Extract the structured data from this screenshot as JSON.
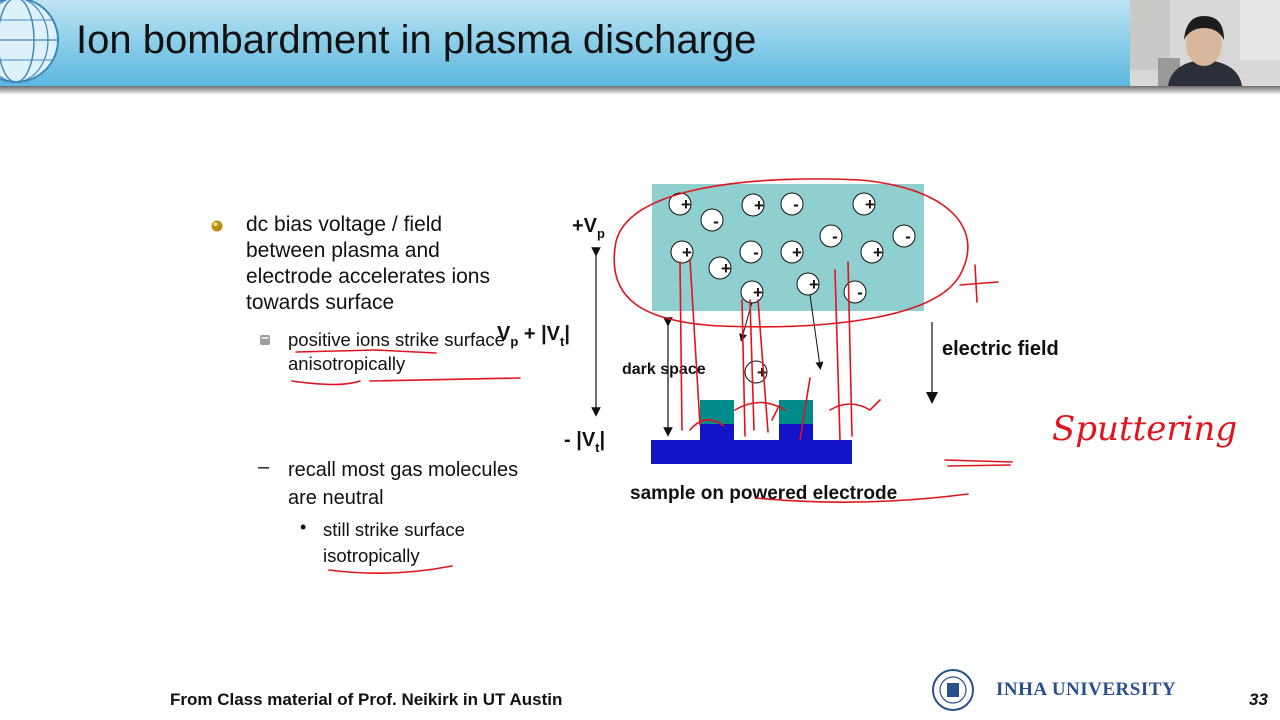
{
  "slide": {
    "title": "Ion bombardment in plasma discharge",
    "bullets": {
      "main": "dc bias voltage / field between plasma and electrode accelerates ions towards surface",
      "sub": "positive ions strike surface anisotropically",
      "dash": "recall most gas molecules are neutral",
      "subsub": "still strike surface isotropically"
    },
    "footer": "From Class material of Prof. Neikirk in UT Austin",
    "page_number": "33",
    "university": "INHA UNIVERSITY",
    "dash_marker": "–",
    "dot_marker": "•"
  },
  "diagram": {
    "vp_plus": "+V",
    "vp_sub": "p",
    "mid_v": "V",
    "mid_p": "p",
    "mid_plus": " + |V",
    "mid_t": "t",
    "mid_end": "|",
    "neg_v": "- |V",
    "neg_t": "t",
    "neg_end": "|",
    "dark_space": "dark space",
    "electric_field": "electric field",
    "sample": "sample on powered electrode",
    "plus_sign": "+",
    "minus_sign": "-"
  },
  "annotations": {
    "handwritten": "Sputtering"
  },
  "colors": {
    "plasma": "#8fcfcf",
    "electrode": "#1313c8",
    "mask": "#008b8b",
    "ink": "#e0141e",
    "header_top": "#bfe3f2",
    "header_bottom": "#5cb8de"
  }
}
